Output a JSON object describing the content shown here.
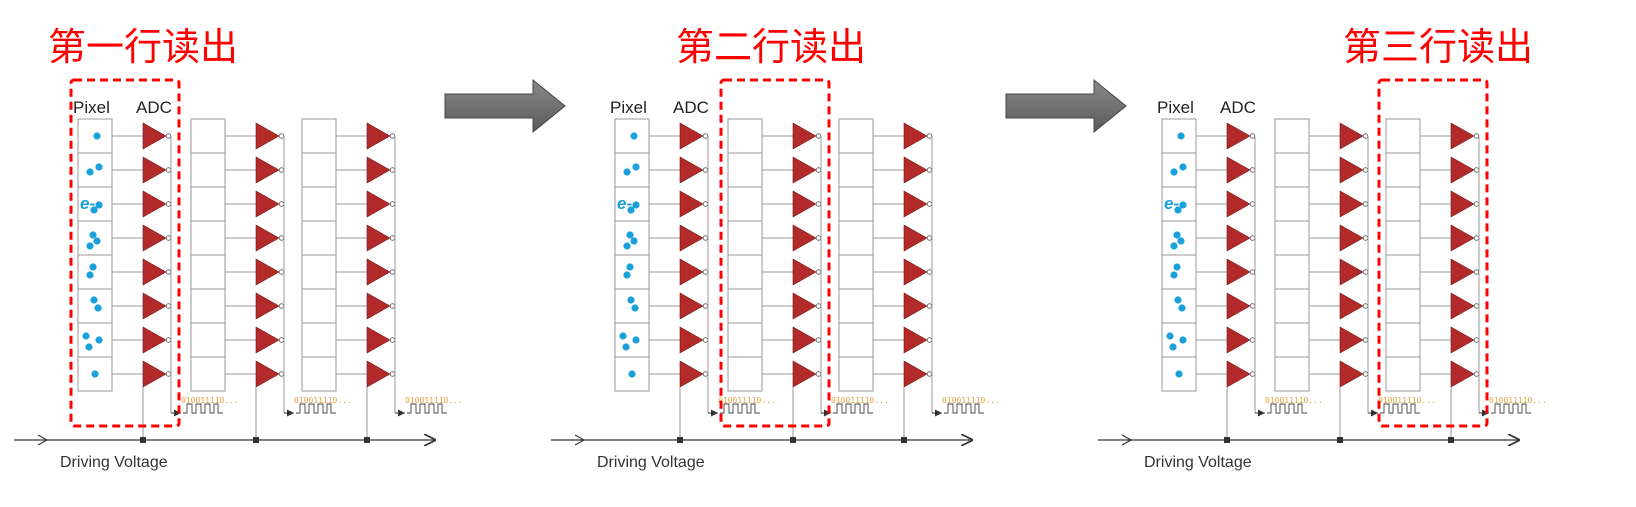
{
  "panels": [
    {
      "title": "第一行读出",
      "highlight_column": 1
    },
    {
      "title": "第二行读出",
      "highlight_column": 2
    },
    {
      "title": "第三行读出",
      "highlight_column": 3
    }
  ],
  "labels": {
    "pixel": "Pixel",
    "adc": "ADC",
    "driving_voltage": "Driving Voltage",
    "electron": "e-",
    "bitstream": "010011110..."
  },
  "pixel_rows": 8,
  "dots_per_row": [
    1,
    2,
    2,
    3,
    2,
    2,
    3,
    1
  ],
  "colors": {
    "title": "#ff0000",
    "highlight_box": "#ff0000",
    "amplifier": "#b22a2a",
    "electron_dot": "#1aa1dc",
    "bitstream": "#e0a44a",
    "arrow": "#6e6e6e",
    "line": "#999999"
  }
}
